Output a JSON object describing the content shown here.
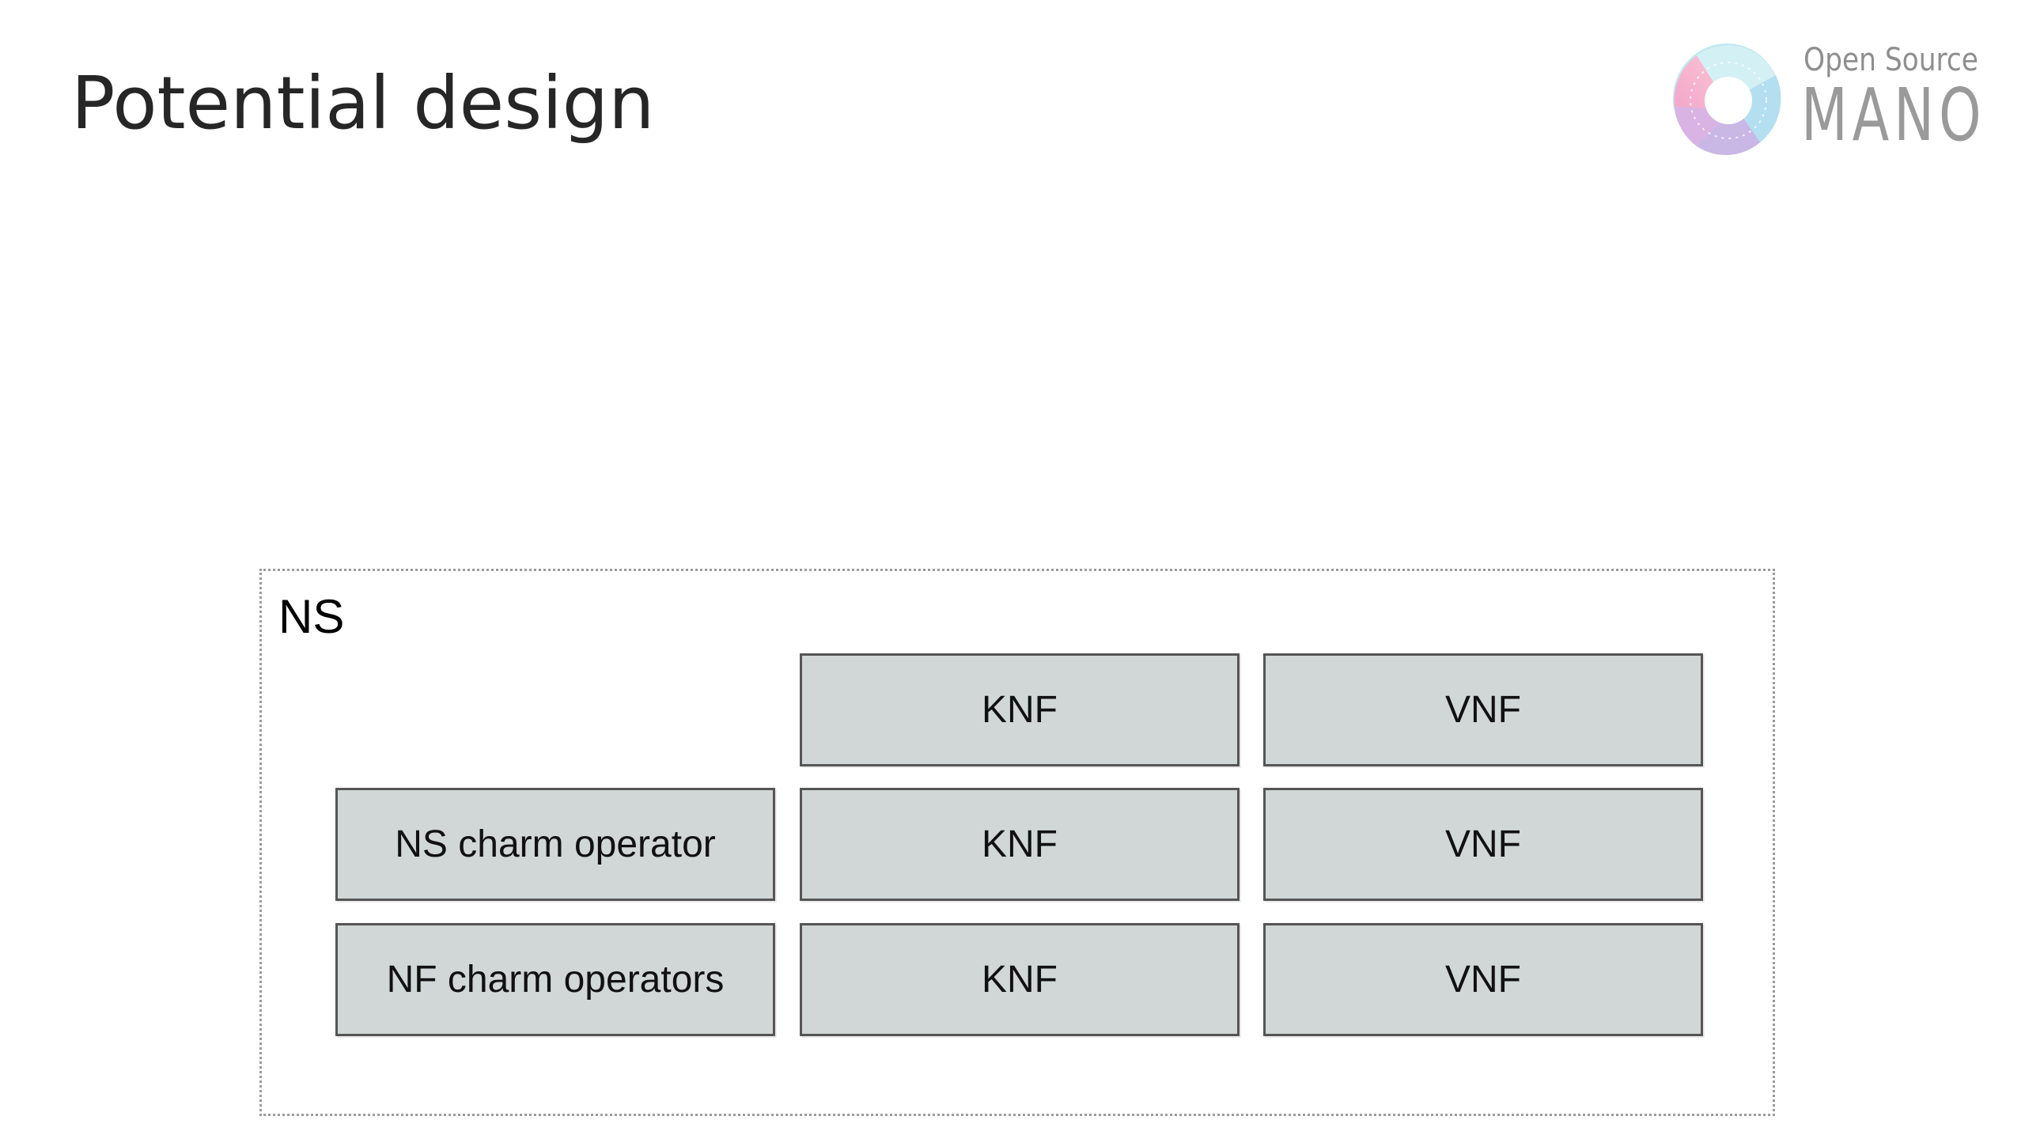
{
  "slide": {
    "title": "Potential design"
  },
  "logo": {
    "line1": "Open Source",
    "line2": "MANO",
    "icon": "osm-ring-logo-icon",
    "colors": [
      "#f7a8c4",
      "#a9dcef",
      "#cbb6e8",
      "#bfe8f2"
    ]
  },
  "diagram": {
    "container_label": "NS",
    "box_fill": "#d1d6d6",
    "box_border": "#555555",
    "rows": [
      {
        "cells": [
          "",
          "KNF",
          "VNF"
        ]
      },
      {
        "cells": [
          "NS charm operator",
          "KNF",
          "VNF"
        ]
      },
      {
        "cells": [
          "NF charm operators",
          "KNF",
          "VNF"
        ]
      }
    ]
  }
}
